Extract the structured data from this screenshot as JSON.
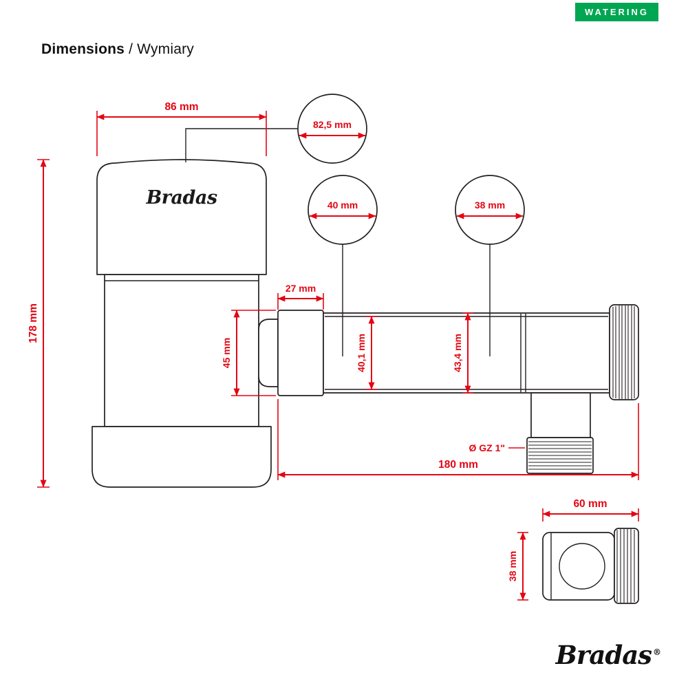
{
  "badge": {
    "label": "WATERING"
  },
  "header": {
    "title": "Dimensions",
    "subtitle": " / Wymiary"
  },
  "product": {
    "brand_label": "Bradas"
  },
  "dimensions": {
    "top_width": "86 mm",
    "top_diameter": "82,5 mm",
    "body_height": "178 mm",
    "inlet_diameter": "40 mm",
    "outlet_diameter": "38 mm",
    "collar_width": "27 mm",
    "collar_height": "45 mm",
    "pipe_inner_height": "40,1 mm",
    "pipe_outer_height": "43,4 mm",
    "total_length": "180 mm",
    "thread_label": "Ø GZ 1\"",
    "side_width": "60 mm",
    "side_height": "38 mm"
  },
  "footer": {
    "brand": "Bradas",
    "registered": "®"
  },
  "colors": {
    "dimension_red": "#e30613",
    "outline_black": "#231f20",
    "badge_green": "#00a651",
    "badge_text": "#ffffff"
  }
}
